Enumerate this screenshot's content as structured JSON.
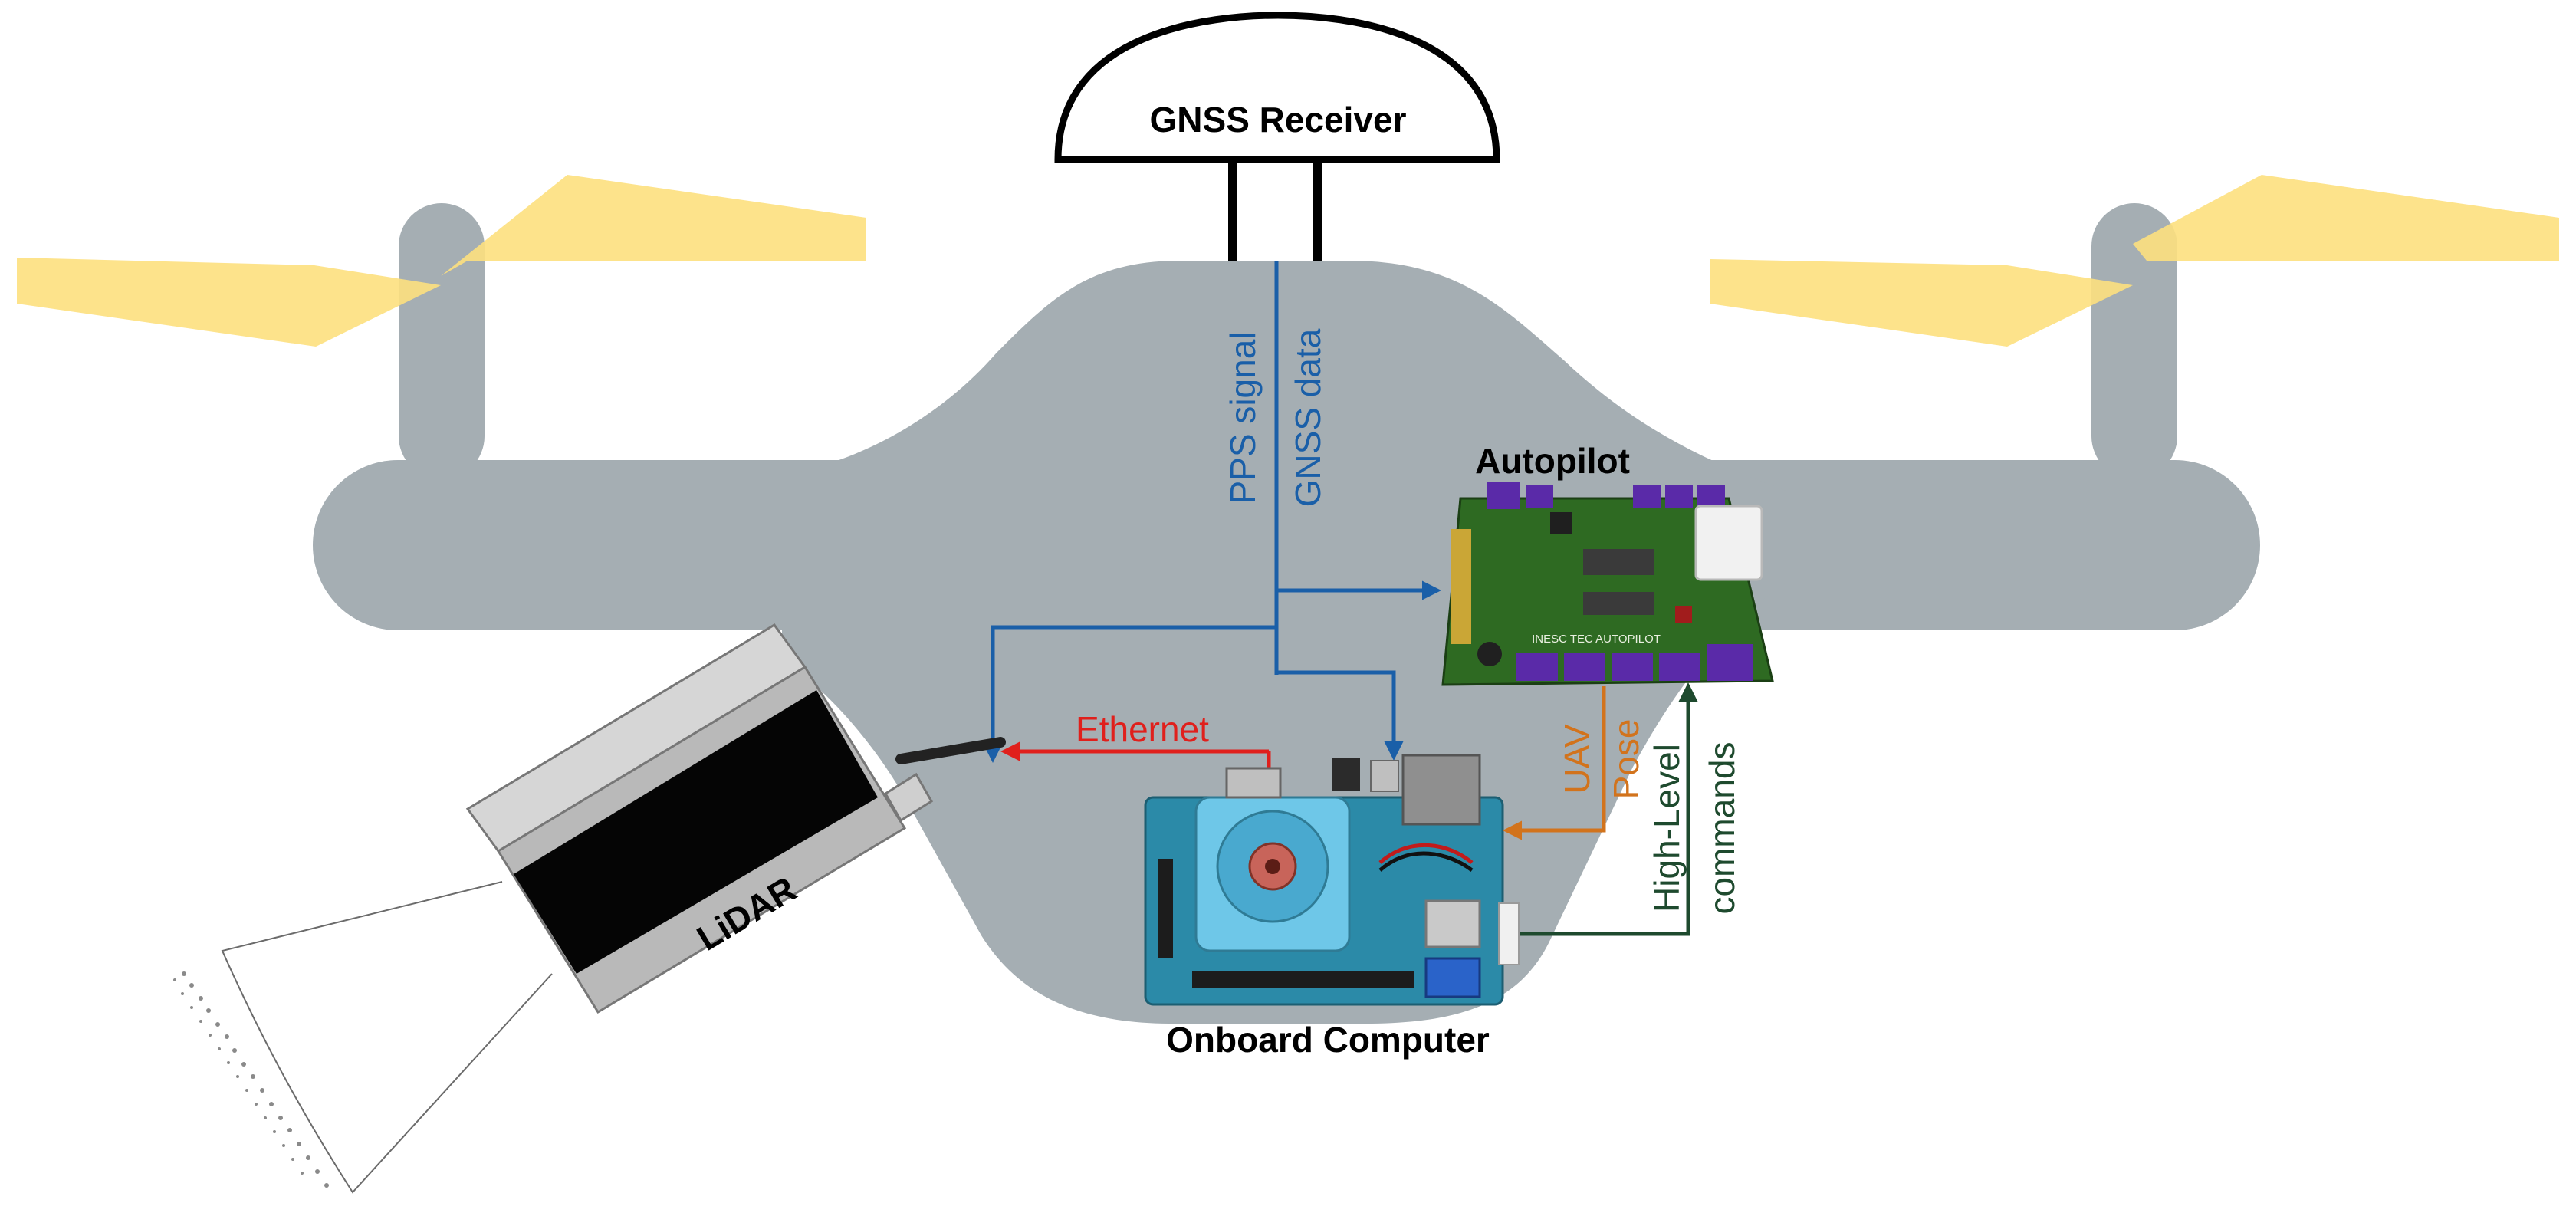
{
  "labels": {
    "gnss_receiver": "GNSS Receiver",
    "autopilot": "Autopilot",
    "onboard_computer": "Onboard Computer",
    "lidar": "LiDAR",
    "pps_signal": "PPS signal",
    "gnss_data": "GNSS data",
    "ethernet": "Ethernet",
    "uav_pose_line1": "UAV",
    "uav_pose_line2": "Pose",
    "high_level_line1": "High-Level",
    "high_level_line2": "commands",
    "board_silkscreen": "INESC TEC AUTOPILOT"
  },
  "colors": {
    "drone_body": "#a5aeb3",
    "propeller": "#fde07e",
    "pps_gnss_link": "#1a5fa8",
    "ethernet_link": "#e0201c",
    "pose_link": "#d2731c",
    "commands_link": "#1e4a2e",
    "autopilot_board": "#2e6a22",
    "computer_board": "#2b8aa8",
    "connector_purple": "#5a2aa8"
  },
  "icons": {
    "gnss_receiver": "dome-antenna-icon",
    "lidar": "lidar-sensor-icon",
    "autopilot": "circuit-board-icon",
    "onboard_computer": "single-board-computer-icon"
  }
}
